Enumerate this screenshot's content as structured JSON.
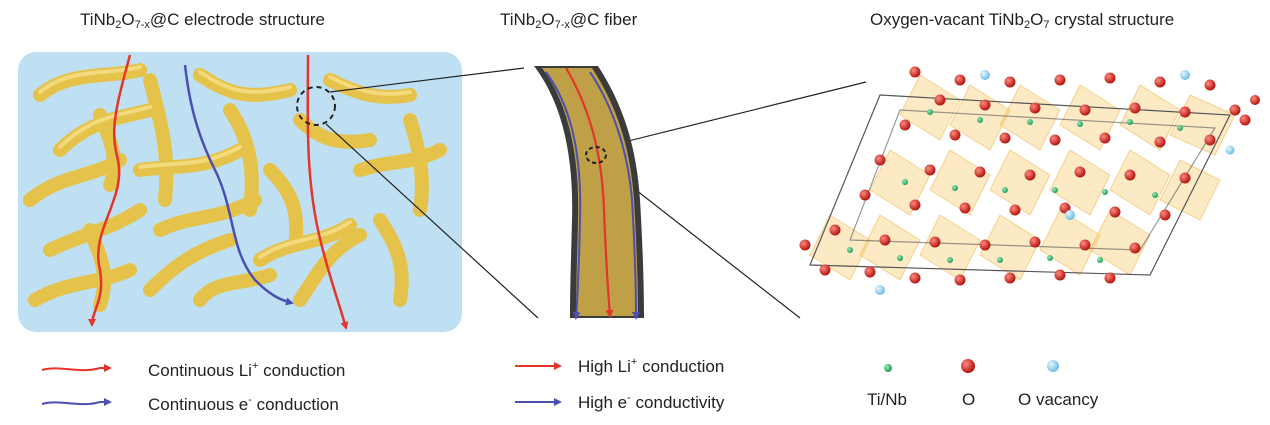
{
  "titles": {
    "electrode": {
      "pre": "TiNb",
      "s1": "2",
      "mid": "O",
      "s2": "7-x",
      "post": "@C electrode structure"
    },
    "fiber": {
      "pre": "TiNb",
      "s1": "2",
      "mid": "O",
      "s2": "7-x",
      "post": "@C fiber"
    },
    "crystal": {
      "pre": "Oxygen-vacant  TiNb",
      "s1": "2",
      "mid": "O",
      "s2": "7",
      "post": " crystal structure"
    }
  },
  "legend_left": [
    {
      "pre": "Continuous Li",
      "sup": "+",
      "post": " conduction",
      "color": "#e4342c"
    },
    {
      "pre": "Continuous e",
      "sup": "-",
      "post": " conduction",
      "color": "#4a4fb0"
    }
  ],
  "legend_mid": [
    {
      "pre": "High Li",
      "sup": "+",
      "post": " conduction",
      "color": "#e4342c"
    },
    {
      "pre": "High e",
      "sup": "-",
      "post": " conductivity",
      "color": "#4a4fb0"
    }
  ],
  "atom_legend": [
    {
      "label": "Ti/Nb",
      "color": "#2fb27a"
    },
    {
      "label": "O",
      "color": "#d42a24"
    },
    {
      "label": "O vacancy",
      "color": "#8ccff0"
    }
  ],
  "colors": {
    "li_arrow": "#e4342c",
    "e_arrow": "#4a4fb0",
    "rod": "#e7c44c",
    "background_box": "#bfe0f3",
    "fiber_core": "#bfa047",
    "octahedron": "#f7c25a"
  }
}
